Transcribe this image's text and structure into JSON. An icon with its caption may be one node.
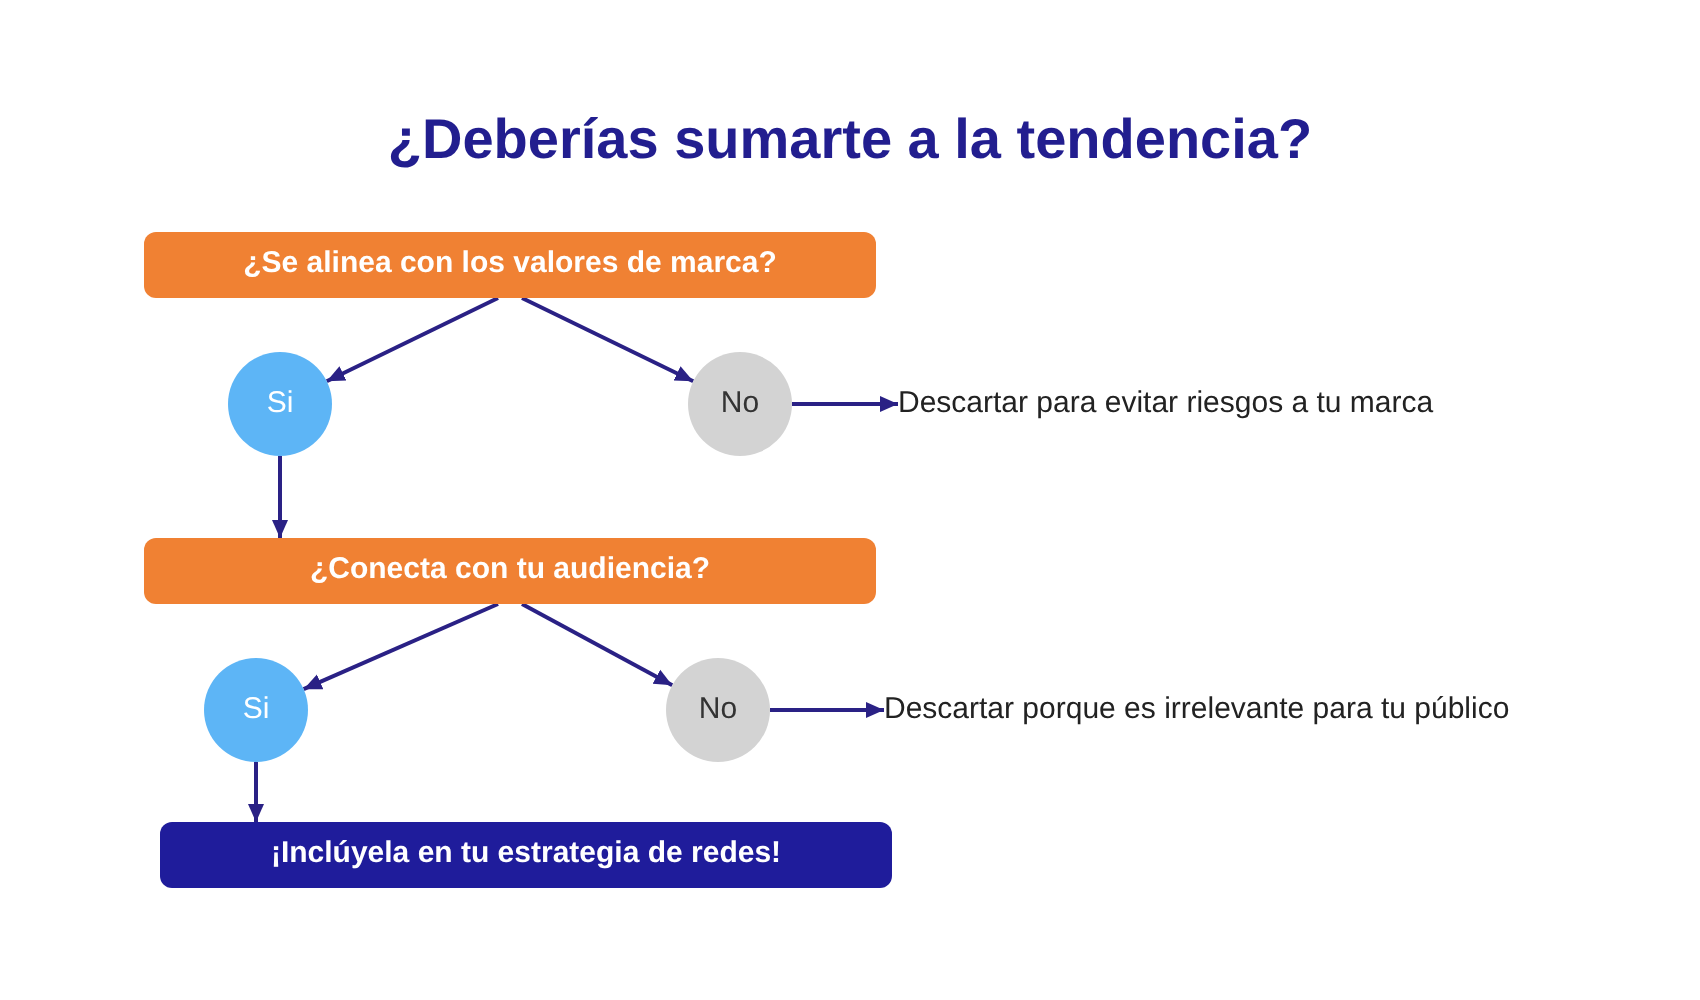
{
  "diagram": {
    "title": "¿Deberías sumarte a la tendencia?",
    "nodes": [
      {
        "text": [
          "¿Se alinea con los valores de marca?"
        ]
      },
      {
        "text": [
          "Si"
        ]
      },
      {
        "text": [
          "No"
        ]
      },
      {
        "text": [
          "Descartar para evitar riesgos a tu marca"
        ]
      },
      {
        "text": [
          "¿Conecta con tu audiencia?"
        ]
      },
      {
        "text": [
          "Si"
        ]
      },
      {
        "text": [
          "No"
        ]
      },
      {
        "text": [
          "Descartar porque es irrelevante para tu público"
        ]
      },
      {
        "text": [
          "¡Inclúyela en tu estrategia de redes!"
        ]
      }
    ],
    "edges": [
      {
        "from": 0,
        "to": 1,
        "arrow": "to"
      },
      {
        "from": 0,
        "to": 2,
        "arrow": "to"
      },
      {
        "from": 2,
        "to": 3,
        "arrow": "to"
      },
      {
        "from": 1,
        "to": 4,
        "arrow": "to"
      },
      {
        "from": 4,
        "to": 5,
        "arrow": "to"
      },
      {
        "from": 4,
        "to": 6,
        "arrow": "to"
      },
      {
        "from": 6,
        "to": 7,
        "arrow": "to"
      },
      {
        "from": 5,
        "to": 8,
        "arrow": "to"
      }
    ]
  }
}
